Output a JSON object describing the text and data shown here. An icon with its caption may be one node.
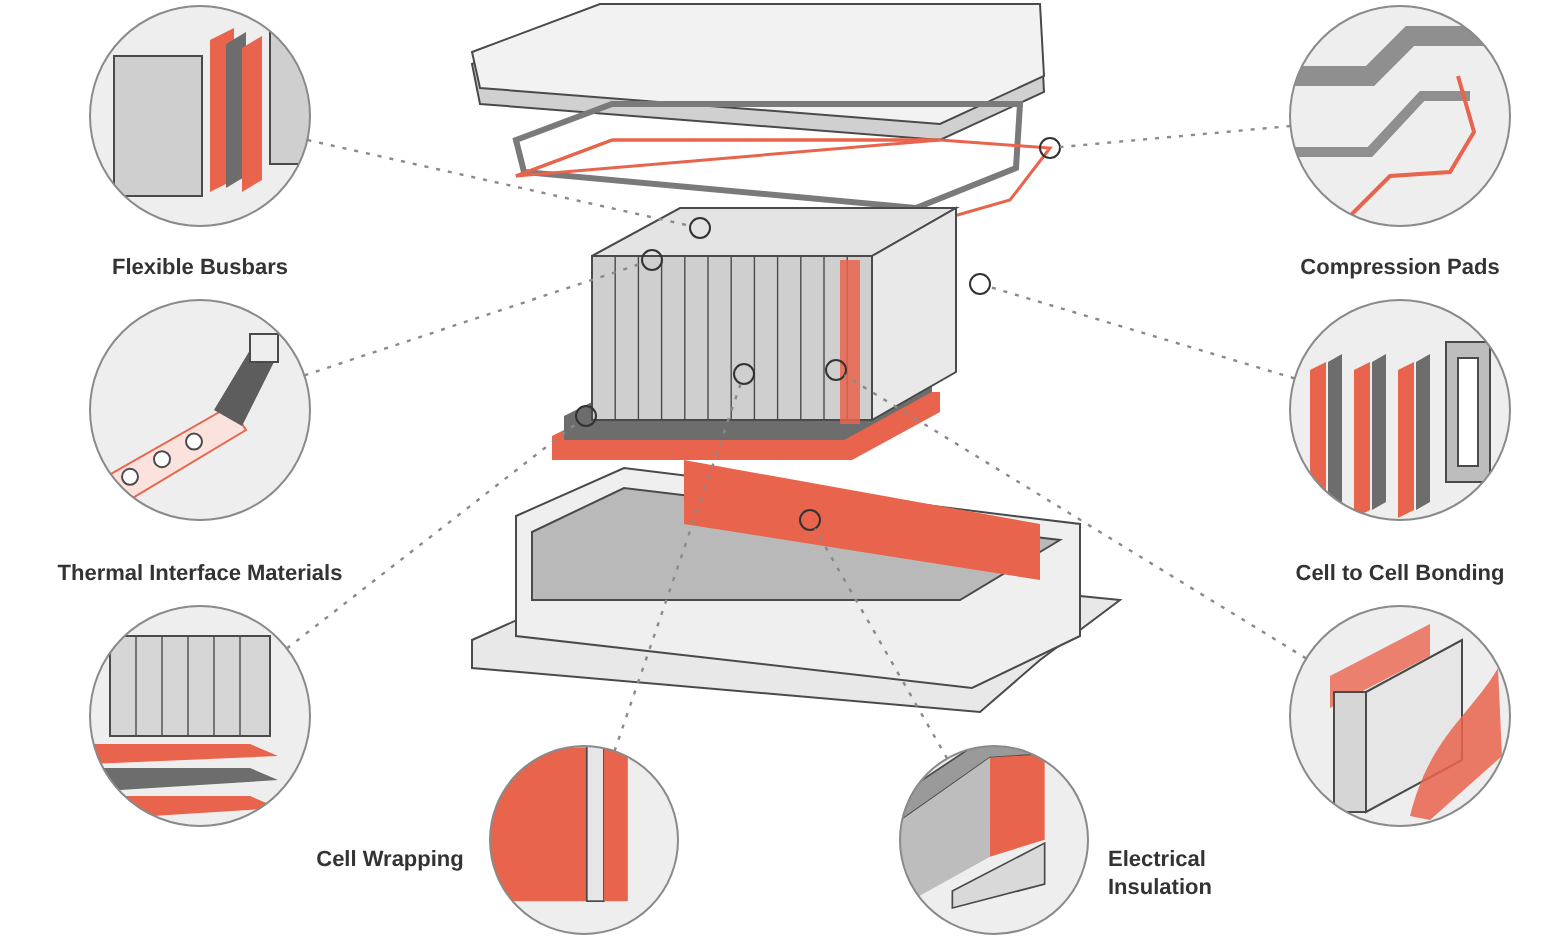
{
  "diagram": {
    "nodes": [
      {
        "text": [],
        "shape": "picture"
      },
      {
        "text": [],
        "shape": "picture"
      },
      {
        "text": [
          "Flexible Busbars"
        ]
      },
      {
        "text": [
          "Compression Pads"
        ]
      },
      {
        "text": [
          "Thermal Interface Materials"
        ]
      },
      {
        "text": [
          "Cell to Cell Bonding"
        ]
      },
      {
        "text": [
          "Cell Wrapping"
        ]
      },
      {
        "text": [
          "Electrical Insulation"
        ]
      },
      {
        "text": [],
        "shape": "circle"
      },
      {
        "text": [],
        "shape": "circle"
      },
      {
        "text": [],
        "shape": "circle"
      },
      {
        "text": [],
        "shape": "circle"
      },
      {
        "text": [],
        "shape": "circle"
      },
      {
        "text": [],
        "shape": "circle"
      },
      {
        "text": [],
        "shape": "circle"
      },
      {
        "text": [],
        "shape": "circle"
      }
    ],
    "edges": [
      {
        "from": 0,
        "to": 8,
        "arrow": "none",
        "style": "dashed"
      },
      {
        "from": 1,
        "to": 9,
        "arrow": "none",
        "style": "dashed"
      },
      {
        "from": 2,
        "to": 10,
        "arrow": "none",
        "style": "dashed"
      },
      {
        "from": 3,
        "to": 11,
        "arrow": "none",
        "style": "dashed"
      },
      {
        "from": 4,
        "to": 12,
        "arrow": "none",
        "style": "dashed"
      },
      {
        "from": 5,
        "to": 13,
        "arrow": "none",
        "style": "dashed"
      },
      {
        "from": 6,
        "to": 14,
        "arrow": "none",
        "style": "dashed"
      },
      {
        "from": 7,
        "to": 15,
        "arrow": "none",
        "style": "dashed"
      }
    ]
  }
}
